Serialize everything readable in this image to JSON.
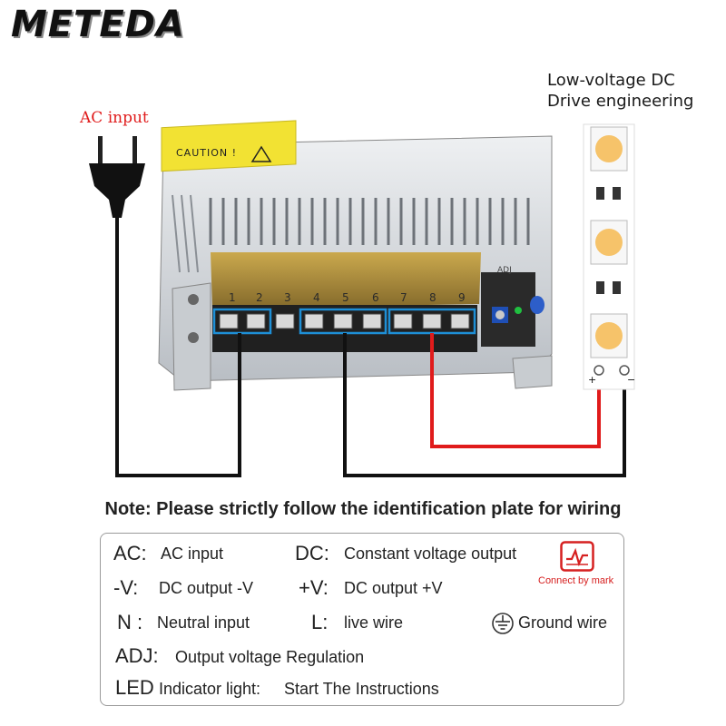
{
  "brand": "METEDA",
  "ac_input_label": "AC input",
  "led_caption": [
    "Low-voltage DC",
    "Drive engineering"
  ],
  "caution_label": "CAUTION !",
  "adj_label": "ADJ",
  "terminal_numbers": [
    "1",
    "2",
    "3",
    "4",
    "5",
    "6",
    "7",
    "8",
    "9"
  ],
  "strip_polarity": {
    "plus": "+",
    "minus": "−"
  },
  "note": "Note: Please strictly follow the identification plate for wiring",
  "legend": {
    "ac_code": "AC:",
    "ac_desc": "AC input",
    "dc_code": "DC:",
    "dc_desc": "Constant voltage output",
    "minus_v_code": "-V:",
    "minus_v_desc": "DC output  -V",
    "plus_v_code": "+V:",
    "plus_v_desc": "DC output +V",
    "n_code": "N :",
    "n_desc": "Neutral input",
    "l_code": "L:",
    "l_desc": "live wire",
    "adj_code": "ADJ:",
    "adj_desc": "Output voltage Regulation",
    "led_code": "LED",
    "led_desc": "Indicator light:",
    "led_desc2": "Start The Instructions",
    "connect_caption": "Connect by mark",
    "ground_desc": "Ground wire"
  },
  "colors": {
    "wire_black": "#111111",
    "wire_red": "#e01b1b",
    "terminal_highlight": "#1e8fd6",
    "caution_yellow": "#f2e233",
    "led_chip": "#f6c36a",
    "accent_red": "#d62020"
  },
  "icons": [
    "plug-icon",
    "connect-by-mark-icon",
    "ground-icon"
  ]
}
